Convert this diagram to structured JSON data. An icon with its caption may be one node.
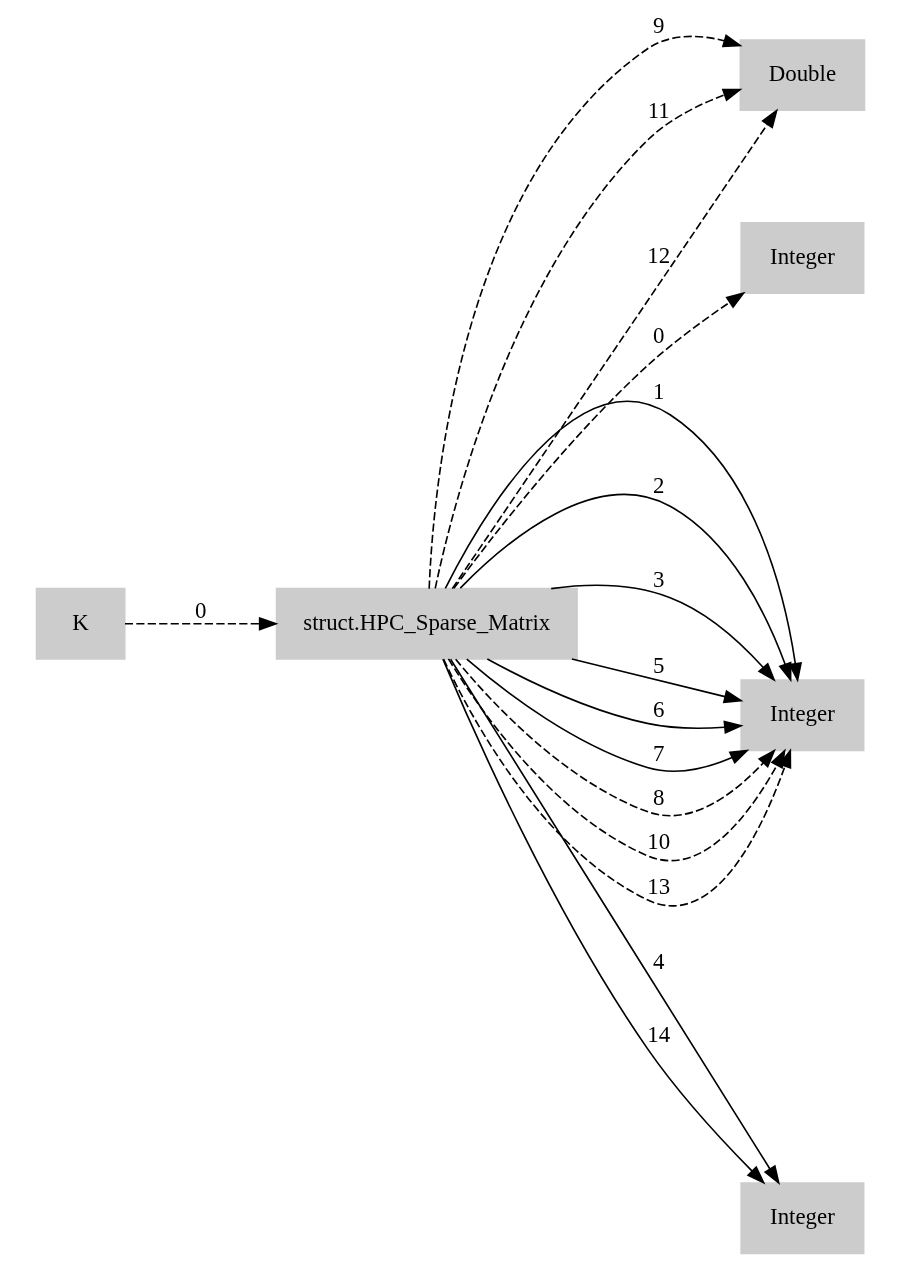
{
  "diagram": {
    "nodes": [
      {
        "text": [
          "K"
        ]
      },
      {
        "text": [
          "struct.HPC_Sparse_Matrix"
        ]
      },
      {
        "text": [
          "Double"
        ]
      },
      {
        "text": [
          "Integer"
        ]
      },
      {
        "text": [
          "Integer"
        ]
      },
      {
        "text": [
          "Integer"
        ]
      }
    ],
    "edges": [
      {
        "from": 0,
        "to": 1,
        "arrow": "to",
        "label": "0",
        "style": "dashed"
      },
      {
        "from": 1,
        "to": 3,
        "arrow": "to",
        "label": "0",
        "style": "dashed"
      },
      {
        "from": 1,
        "to": 4,
        "arrow": "to",
        "label": "1"
      },
      {
        "from": 1,
        "to": 4,
        "arrow": "to",
        "label": "2"
      },
      {
        "from": 1,
        "to": 4,
        "arrow": "to",
        "label": "3"
      },
      {
        "from": 1,
        "to": 5,
        "arrow": "to",
        "label": "4"
      },
      {
        "from": 1,
        "to": 4,
        "arrow": "to",
        "label": "5"
      },
      {
        "from": 1,
        "to": 4,
        "arrow": "to",
        "label": "6"
      },
      {
        "from": 1,
        "to": 4,
        "arrow": "to",
        "label": "7"
      },
      {
        "from": 1,
        "to": 4,
        "arrow": "to",
        "label": "8",
        "style": "dashed"
      },
      {
        "from": 1,
        "to": 2,
        "arrow": "to",
        "label": "9",
        "style": "dashed"
      },
      {
        "from": 1,
        "to": 4,
        "arrow": "to",
        "label": "10",
        "style": "dashed"
      },
      {
        "from": 1,
        "to": 2,
        "arrow": "to",
        "label": "11",
        "style": "dashed"
      },
      {
        "from": 1,
        "to": 2,
        "arrow": "to",
        "label": "12",
        "style": "dashed"
      },
      {
        "from": 1,
        "to": 4,
        "arrow": "to",
        "label": "13",
        "style": "dashed"
      },
      {
        "from": 1,
        "to": 5,
        "arrow": "to",
        "label": "14"
      }
    ]
  }
}
